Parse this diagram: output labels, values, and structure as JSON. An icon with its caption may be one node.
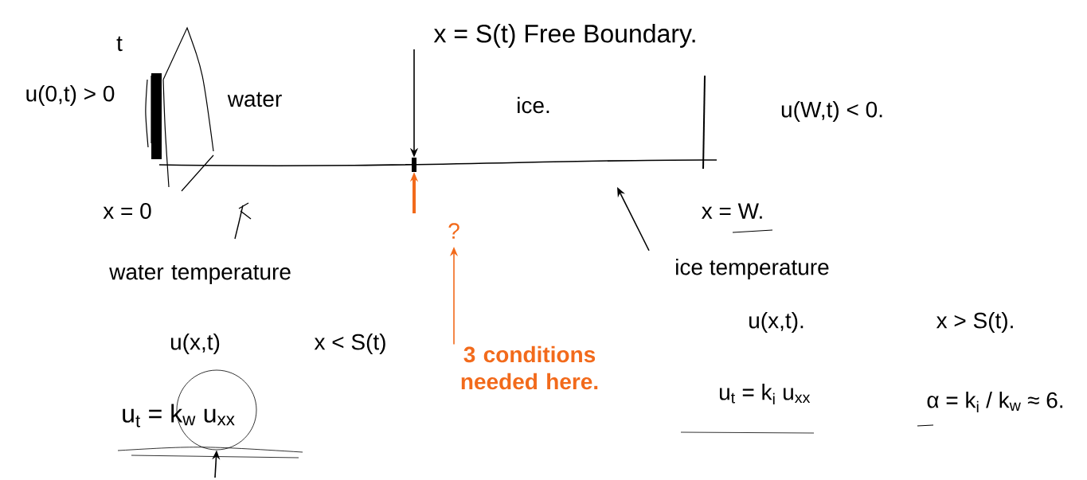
{
  "diagram": {
    "nodes": [
      {
        "text": [
          "x = S(t) Free Boundary."
        ]
      },
      {
        "text": [],
        "shape": "bar"
      },
      {
        "text": [
          "?"
        ]
      },
      {
        "text": [
          "3 conditions needed here."
        ]
      },
      {
        "text": [
          "ice temperature"
        ]
      },
      {
        "text": [
          "u$_{t}$ = k$_{w}$ u$_{xx}$"
        ]
      },
      {
        "text": [],
        "shape": "circle"
      }
    ],
    "edges": [
      {
        "from": 0,
        "to": 1,
        "arrow": "to"
      },
      {
        "from": 3,
        "to": 2,
        "arrow": "to",
        "color": "#f26a1b"
      },
      {
        "from": 2,
        "to": 1,
        "arrow": "to",
        "style": "thick",
        "color": "#f26a1b"
      },
      {
        "from": 4,
        "to": null,
        "arrow": "to"
      },
      {
        "from": null,
        "to": 6,
        "arrow": "to"
      }
    ],
    "labels": [
      "t",
      "u(0,t) > 0",
      "water",
      "ice.",
      "u(W,t) < 0.",
      "x = 0",
      "x = W.",
      "water temperature",
      "u(x,t)",
      "x < S(t)",
      "u(x,t).",
      "x > S(t).",
      "u$_{t}$ = k$_{i}$ u$_{xx}$",
      "α = k$_{i}$ / k$_{w}$ ≈ 6."
    ]
  }
}
